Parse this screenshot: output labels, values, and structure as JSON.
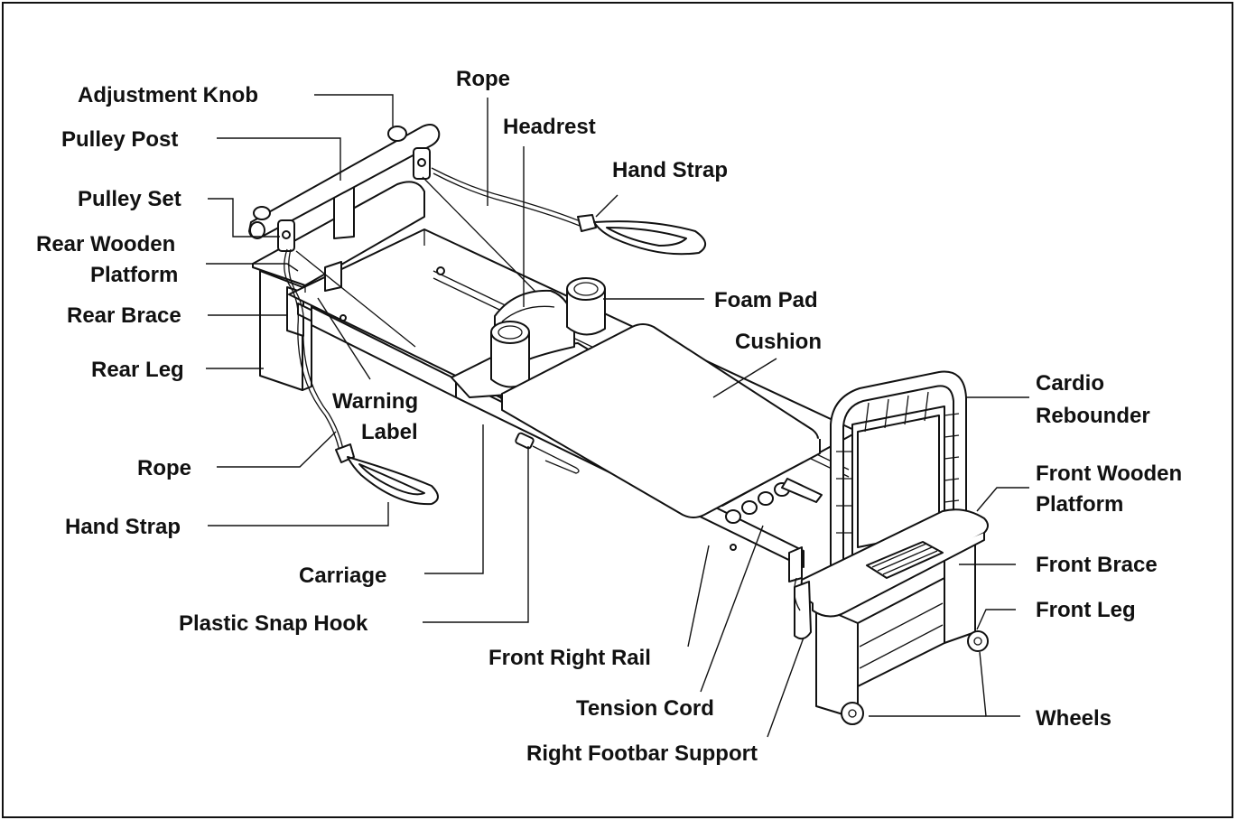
{
  "labels": {
    "adjustment_knob": "Adjustment Knob",
    "pulley_post": "Pulley Post",
    "pulley_set": "Pulley Set",
    "rear_wooden_1": "Rear Wooden",
    "rear_wooden_2": "Platform",
    "rear_brace": "Rear Brace",
    "rear_leg": "Rear Leg",
    "rope_left": "Rope",
    "hand_strap_left": "Hand Strap",
    "rope_top": "Rope",
    "headrest": "Headrest",
    "hand_strap_top": "Hand Strap",
    "foam_pad": "Foam Pad",
    "cushion": "Cushion",
    "warning_1": "Warning",
    "warning_2": "Label",
    "cardio_1": "Cardio",
    "cardio_2": "Rebounder",
    "front_wooden_1": "Front Wooden",
    "front_wooden_2": "Platform",
    "front_brace": "Front Brace",
    "front_leg": "Front Leg",
    "wheels": "Wheels",
    "carriage": "Carriage",
    "plastic_snap_hook": "Plastic Snap Hook",
    "front_right_rail": "Front Right Rail",
    "tension_cord": "Tension Cord",
    "right_footbar_support": "Right Footbar Support"
  }
}
